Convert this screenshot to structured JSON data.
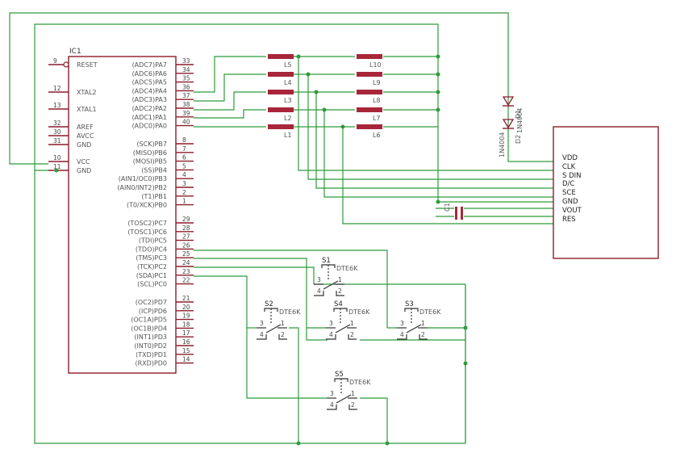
{
  "ic": {
    "name": "IC1",
    "left_pins": [
      {
        "num": "9",
        "name": "RESET"
      },
      {
        "num": "12",
        "name": "XTAL2"
      },
      {
        "num": "13",
        "name": "XTAL1"
      },
      {
        "num": "32",
        "name": "AREF"
      },
      {
        "num": "30",
        "name": "AVCC"
      },
      {
        "num": "31",
        "name": "GND"
      },
      {
        "num": "10",
        "name": "VCC"
      },
      {
        "num": "11",
        "name": "GND"
      }
    ],
    "right_pins": [
      {
        "num": "33",
        "name": "(ADC7)PA7"
      },
      {
        "num": "34",
        "name": "(ADC6)PA6"
      },
      {
        "num": "35",
        "name": "(ADC5)PA5"
      },
      {
        "num": "36",
        "name": "(ADC4)PA4"
      },
      {
        "num": "37",
        "name": "(ADC3)PA3"
      },
      {
        "num": "38",
        "name": "(ADC2)PA2"
      },
      {
        "num": "39",
        "name": "(ADC1)PA1"
      },
      {
        "num": "40",
        "name": "(ADC0)PA0"
      },
      {
        "num": "8",
        "name": "(SCK)PB7"
      },
      {
        "num": "7",
        "name": "(MISO)PB6"
      },
      {
        "num": "6",
        "name": "(MOSI)PB5"
      },
      {
        "num": "5",
        "name": "(SS)PB4"
      },
      {
        "num": "4",
        "name": "(AIN1/OC0)PB3"
      },
      {
        "num": "3",
        "name": "(AIN0/INT2)PB2"
      },
      {
        "num": "2",
        "name": "(T1)PB1"
      },
      {
        "num": "1",
        "name": "(T0/XCK)PB0"
      },
      {
        "num": "29",
        "name": "(TOSC2)PC7"
      },
      {
        "num": "28",
        "name": "(TOSC1)PC6"
      },
      {
        "num": "27",
        "name": "(TDI)PC5"
      },
      {
        "num": "26",
        "name": "(TDO)PC4"
      },
      {
        "num": "25",
        "name": "(TMS)PC3"
      },
      {
        "num": "24",
        "name": "(TCK)PC2"
      },
      {
        "num": "23",
        "name": "(SDA)PC1"
      },
      {
        "num": "22",
        "name": "(SCL)PC0"
      },
      {
        "num": "21",
        "name": "(OC2)PD7"
      },
      {
        "num": "20",
        "name": "(ICP)PD6"
      },
      {
        "num": "19",
        "name": "(OC1A)PD5"
      },
      {
        "num": "18",
        "name": "(OC1B)PD4"
      },
      {
        "num": "17",
        "name": "(INT1)PD3"
      },
      {
        "num": "16",
        "name": "(INT0)PD2"
      },
      {
        "num": "15",
        "name": "(TXD)PD1"
      },
      {
        "num": "14",
        "name": "(RXD)PD0"
      }
    ]
  },
  "resistors": {
    "left": [
      "L5",
      "L4",
      "L3",
      "L2",
      "L1"
    ],
    "right": [
      "L10",
      "L9",
      "L8",
      "L7",
      "L6"
    ]
  },
  "diodes": {
    "d1": "D1",
    "d2": "D2",
    "part1": "1N4004",
    "part2": "1N4004"
  },
  "capacitor": {
    "name": "C1"
  },
  "lcd": {
    "pins": [
      "VDD",
      "CLK",
      "S DIN",
      "D/C",
      "SCE",
      "GND",
      "VOUT",
      "RES"
    ]
  },
  "switches": [
    {
      "name": "S1",
      "part": "DTE6K"
    },
    {
      "name": "S2",
      "part": "DTE6K"
    },
    {
      "name": "S3",
      "part": "DTE6K"
    },
    {
      "name": "S4",
      "part": "DTE6K"
    },
    {
      "name": "S5",
      "part": "DTE6K"
    }
  ],
  "switch_pin_numbers": [
    "3",
    "1",
    "4",
    "2"
  ]
}
